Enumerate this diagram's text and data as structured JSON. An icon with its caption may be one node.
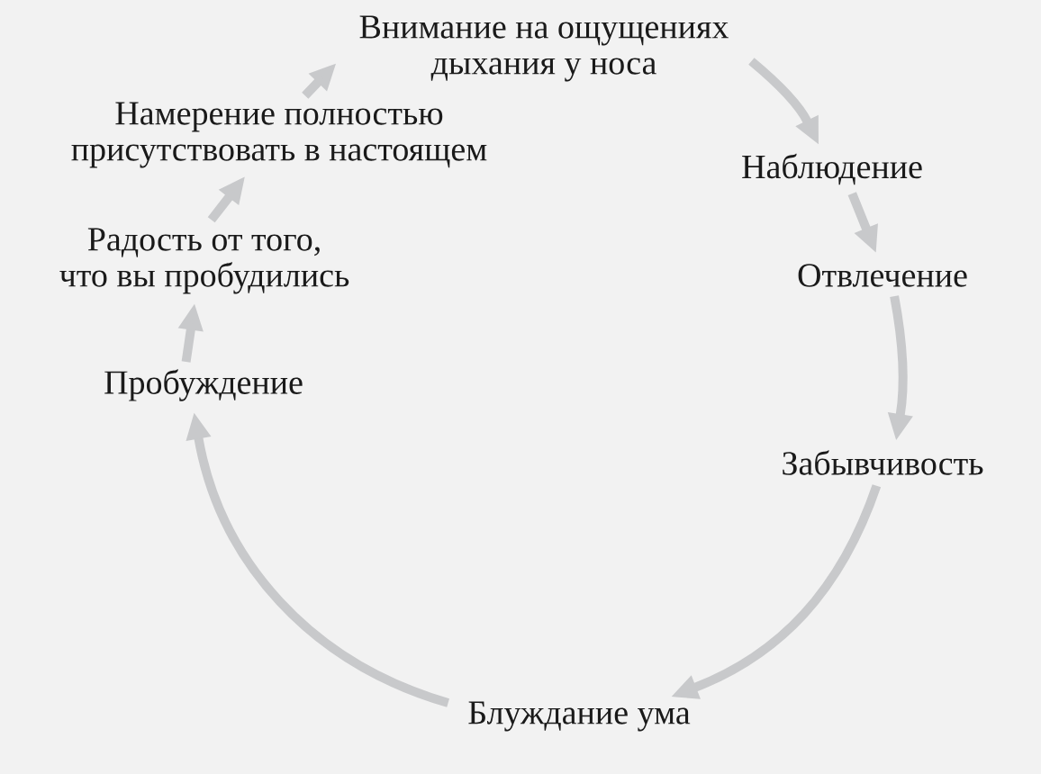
{
  "diagram": {
    "nodes": [
      {
        "text": [
          "Внимание на ощущениях дыхания у носа"
        ]
      },
      {
        "text": [
          "Наблюдение"
        ]
      },
      {
        "text": [
          "Отвлечение"
        ]
      },
      {
        "text": [
          "Забывчивость"
        ]
      },
      {
        "text": [
          "Блуждание ума"
        ]
      },
      {
        "text": [
          "Пробуждение"
        ]
      },
      {
        "text": [
          "Радость от того, что вы пробудились"
        ]
      },
      {
        "text": [
          "Намерение полностью присутствовать в настоящем"
        ]
      }
    ],
    "edges": [
      {
        "from": 0,
        "to": 1,
        "arrow": "to"
      },
      {
        "from": 1,
        "to": 2,
        "arrow": "to"
      },
      {
        "from": 2,
        "to": 3,
        "arrow": "to"
      },
      {
        "from": 3,
        "to": 4,
        "arrow": "to"
      },
      {
        "from": 4,
        "to": 5,
        "arrow": "to"
      },
      {
        "from": 5,
        "to": 6,
        "arrow": "to"
      },
      {
        "from": 6,
        "to": 7,
        "arrow": "to"
      },
      {
        "from": 7,
        "to": 0,
        "arrow": "to"
      }
    ]
  }
}
